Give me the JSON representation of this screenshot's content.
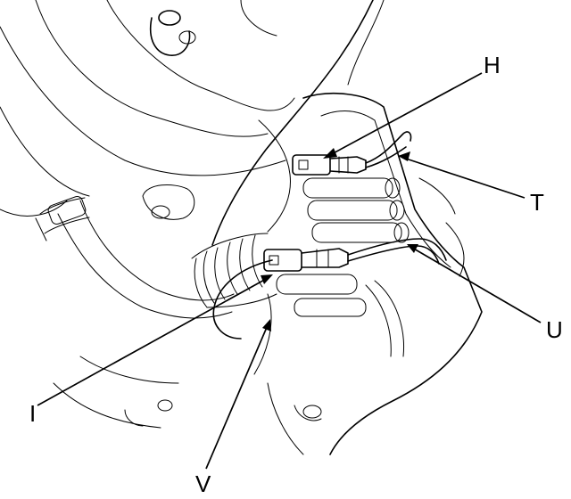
{
  "callouts": {
    "h": "H",
    "t": "T",
    "u": "U",
    "i": "I",
    "v": "V"
  },
  "colors": {
    "line": "#000000",
    "background": "#ffffff"
  }
}
